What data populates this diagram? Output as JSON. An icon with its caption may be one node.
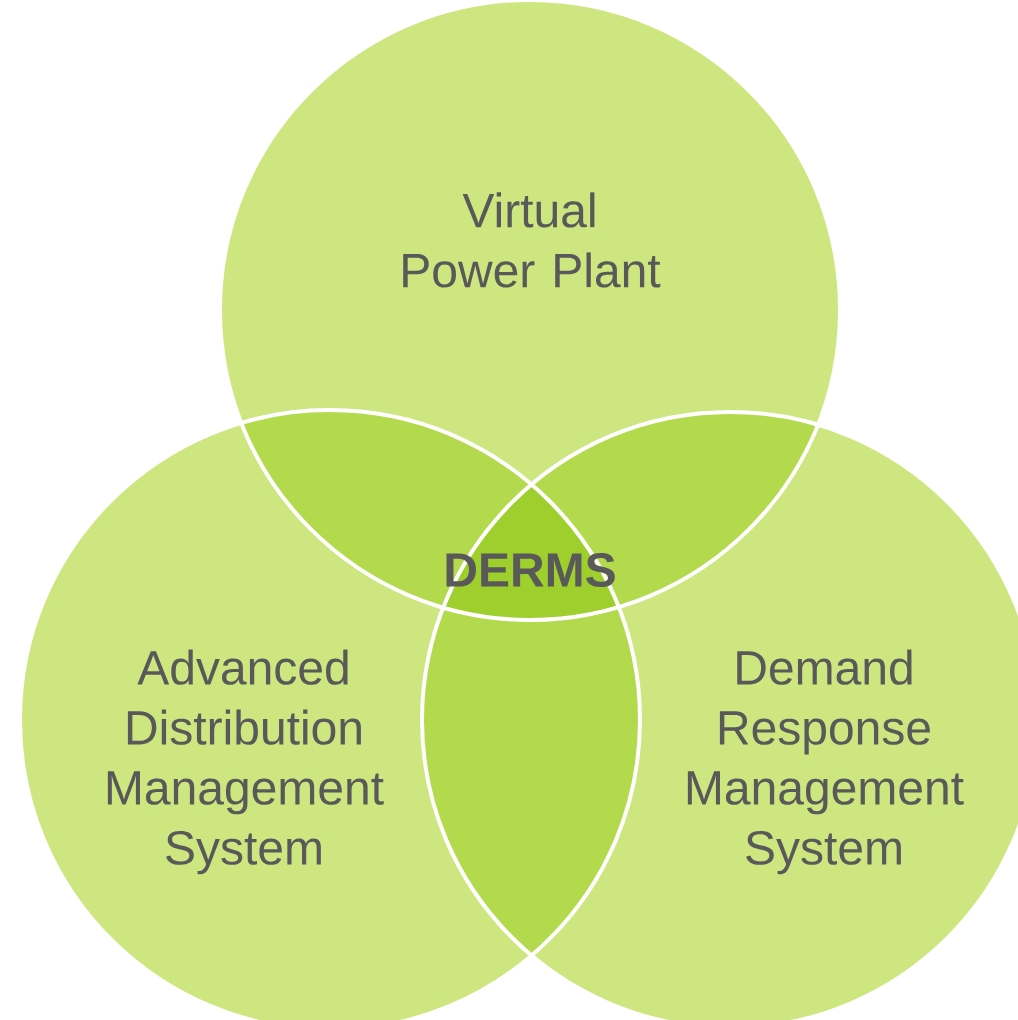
{
  "diagram": {
    "nodes": [
      {
        "text": [
          "Virtual Power Plant"
        ]
      },
      {
        "text": [
          "Advanced Distribution Management System"
        ]
      },
      {
        "text": [
          "Demand Response Management System"
        ]
      }
    ],
    "labels": [
      "DERMS"
    ]
  }
}
